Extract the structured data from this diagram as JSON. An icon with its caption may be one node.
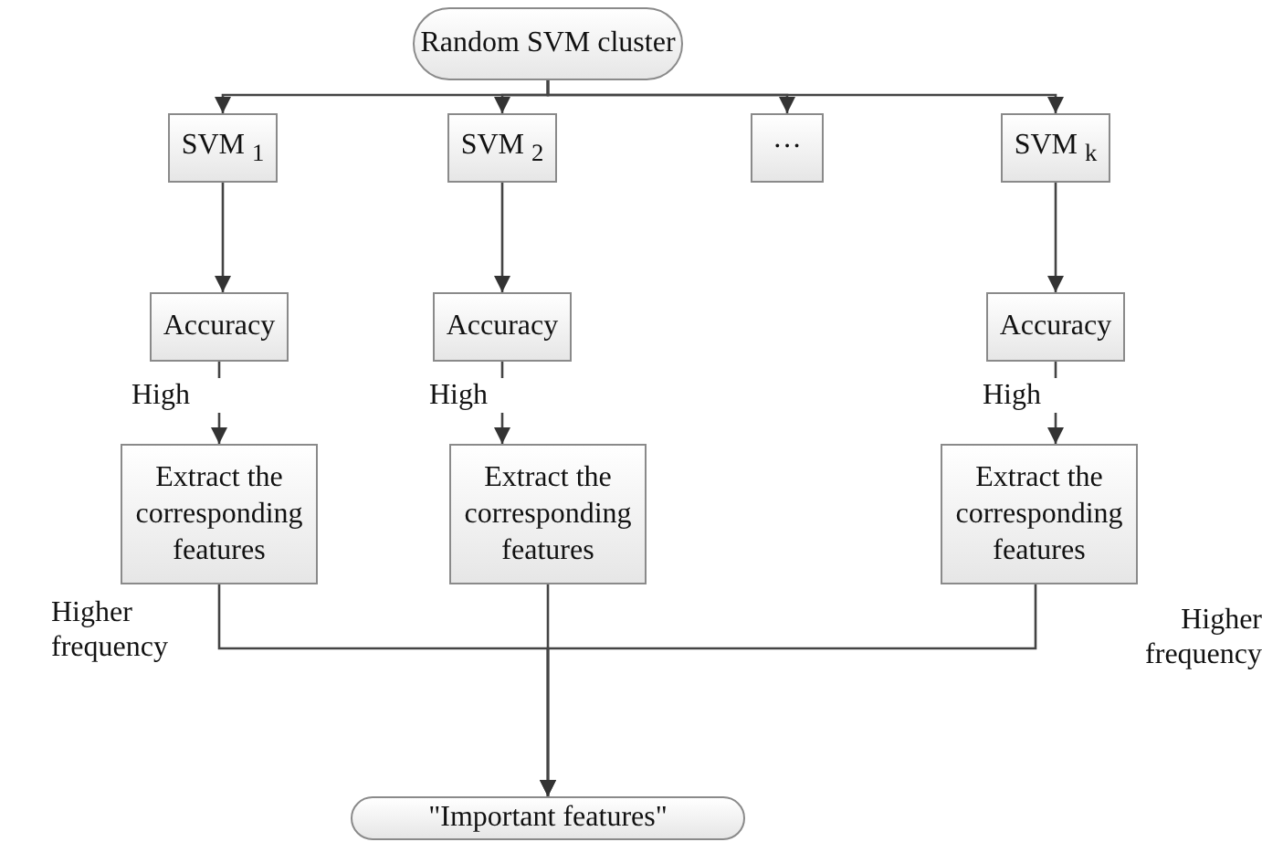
{
  "diagram": {
    "nodes": [
      {
        "text": [
          "Random SVM cluster"
        ]
      },
      {
        "text": [
          "SVM $_{1}$"
        ]
      },
      {
        "text": [
          "SVM $_{2}$"
        ]
      },
      {
        "text": [
          "···"
        ]
      },
      {
        "text": [
          "SVM $_{k}$"
        ]
      },
      {
        "text": [
          "Accuracy"
        ]
      },
      {
        "text": [
          "Accuracy"
        ]
      },
      {
        "text": [
          "Accuracy"
        ]
      },
      {
        "text": [
          "Extract the corresponding features"
        ]
      },
      {
        "text": [
          "Extract the corresponding features"
        ]
      },
      {
        "text": [
          "Extract the corresponding features"
        ]
      },
      {
        "text": [
          "\"Important features\""
        ]
      }
    ],
    "edges": [
      {
        "from": 0,
        "to": 1,
        "arrow": "to"
      },
      {
        "from": 0,
        "to": 2,
        "arrow": "to"
      },
      {
        "from": 0,
        "to": 3,
        "arrow": "to"
      },
      {
        "from": 0,
        "to": 4,
        "arrow": "to"
      },
      {
        "from": 1,
        "to": 5,
        "arrow": "to"
      },
      {
        "from": 2,
        "to": 6,
        "arrow": "to"
      },
      {
        "from": 4,
        "to": 7,
        "arrow": "to"
      },
      {
        "from": 5,
        "to": 8,
        "arrow": "to",
        "label": "High"
      },
      {
        "from": 6,
        "to": 9,
        "arrow": "to",
        "label": "High"
      },
      {
        "from": 7,
        "to": 10,
        "arrow": "to",
        "label": "High"
      },
      {
        "from": 8,
        "to": 11,
        "arrow": "to",
        "label": "Higher frequency"
      },
      {
        "from": 9,
        "to": 11,
        "arrow": "to"
      },
      {
        "from": 10,
        "to": 11,
        "arrow": "to",
        "label": "Higher frequency"
      }
    ]
  }
}
